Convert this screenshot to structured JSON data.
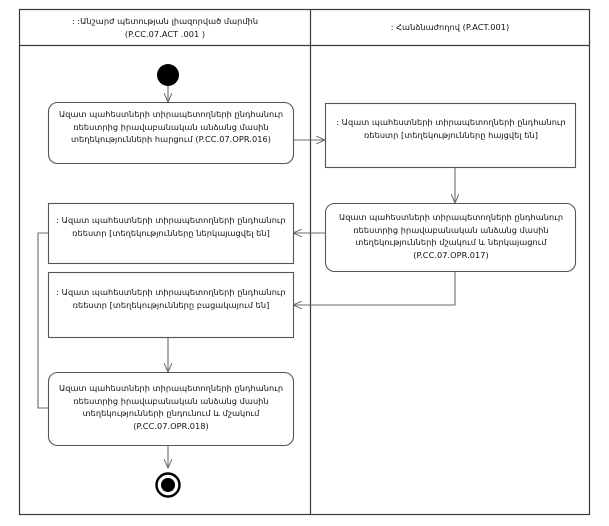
{
  "diagram": {
    "type": "uml-activity-diagram",
    "colors": {
      "frame_stroke": "#3a3a3a",
      "node_stroke": "#555555",
      "edge_stroke": "#6b6b6b",
      "node_fill": "#ffffff",
      "control_node_fill": "#000000",
      "background": "#ffffff"
    },
    "swimlanes": [
      {
        "id": "lane-left",
        "title_line1": ": :Անշարժ պետության լիազորված մարմին",
        "title_line2": "(P.CC.07.ACT .001 )"
      },
      {
        "id": "lane-right",
        "title_line1": ": Հանձնաժողով (P.ACT.001)",
        "title_line2": ""
      }
    ],
    "nodes": [
      {
        "id": "initial",
        "kind": "initial-node",
        "lane": "lane-left",
        "label": ""
      },
      {
        "id": "act-016",
        "kind": "action-node",
        "lane": "lane-left",
        "label": "Ազատ պահեստների տիրապետողների ընդհանուր\nռեեստրից իրավաբանական անձանց մասին\nտեղեկությունների հարցում (P.CC.07.OPR.016)"
      },
      {
        "id": "obj-req",
        "kind": "object-node",
        "lane": "lane-right",
        "label": ": Ազատ պահեստների տիրապետողների ընդհանուր\nռեեստր [տեղեկությունները հայցվել են]"
      },
      {
        "id": "act-017",
        "kind": "action-node",
        "lane": "lane-right",
        "label": "Ազատ պահեստների տիրապետողների ընդհանուր\nռեեստրից իրավաբանական անձանց մասին\nտեղեկությունների մշակում և ներկայացում\n(P.CC.07.OPR.017)"
      },
      {
        "id": "obj-prov",
        "kind": "object-node",
        "lane": "lane-left",
        "label": ": Ազատ պահեստների տիրապետողների ընդհանուր\nռեեստր [տեղեկությունները ներկայացվել են]"
      },
      {
        "id": "obj-abs",
        "kind": "object-node",
        "lane": "lane-left",
        "label": ": Ազատ պահեստների տիրապետողների ընդհանուր\nռեեստր [տեղեկությունները բացակայում են]"
      },
      {
        "id": "act-018",
        "kind": "action-node",
        "lane": "lane-left",
        "label": "Ազատ պահեստների տիրապետողների ընդհանուր\nռեեստրից իրավաբանական անձանց մասին\nտեղեկությունների ընդունում և մշակում\n(P.CC.07.OPR.018)"
      },
      {
        "id": "final",
        "kind": "final-node",
        "lane": "lane-left",
        "label": ""
      }
    ],
    "edges": [
      {
        "from": "initial",
        "to": "act-016",
        "label": ""
      },
      {
        "from": "act-016",
        "to": "obj-req",
        "label": ""
      },
      {
        "from": "obj-req",
        "to": "act-017",
        "label": ""
      },
      {
        "from": "act-017",
        "to": "obj-prov",
        "label": ""
      },
      {
        "from": "act-017",
        "to": "obj-abs",
        "label": ""
      },
      {
        "from": "obj-prov",
        "to": "act-018",
        "label": ""
      },
      {
        "from": "act-018",
        "to": "final",
        "label": ""
      }
    ]
  }
}
